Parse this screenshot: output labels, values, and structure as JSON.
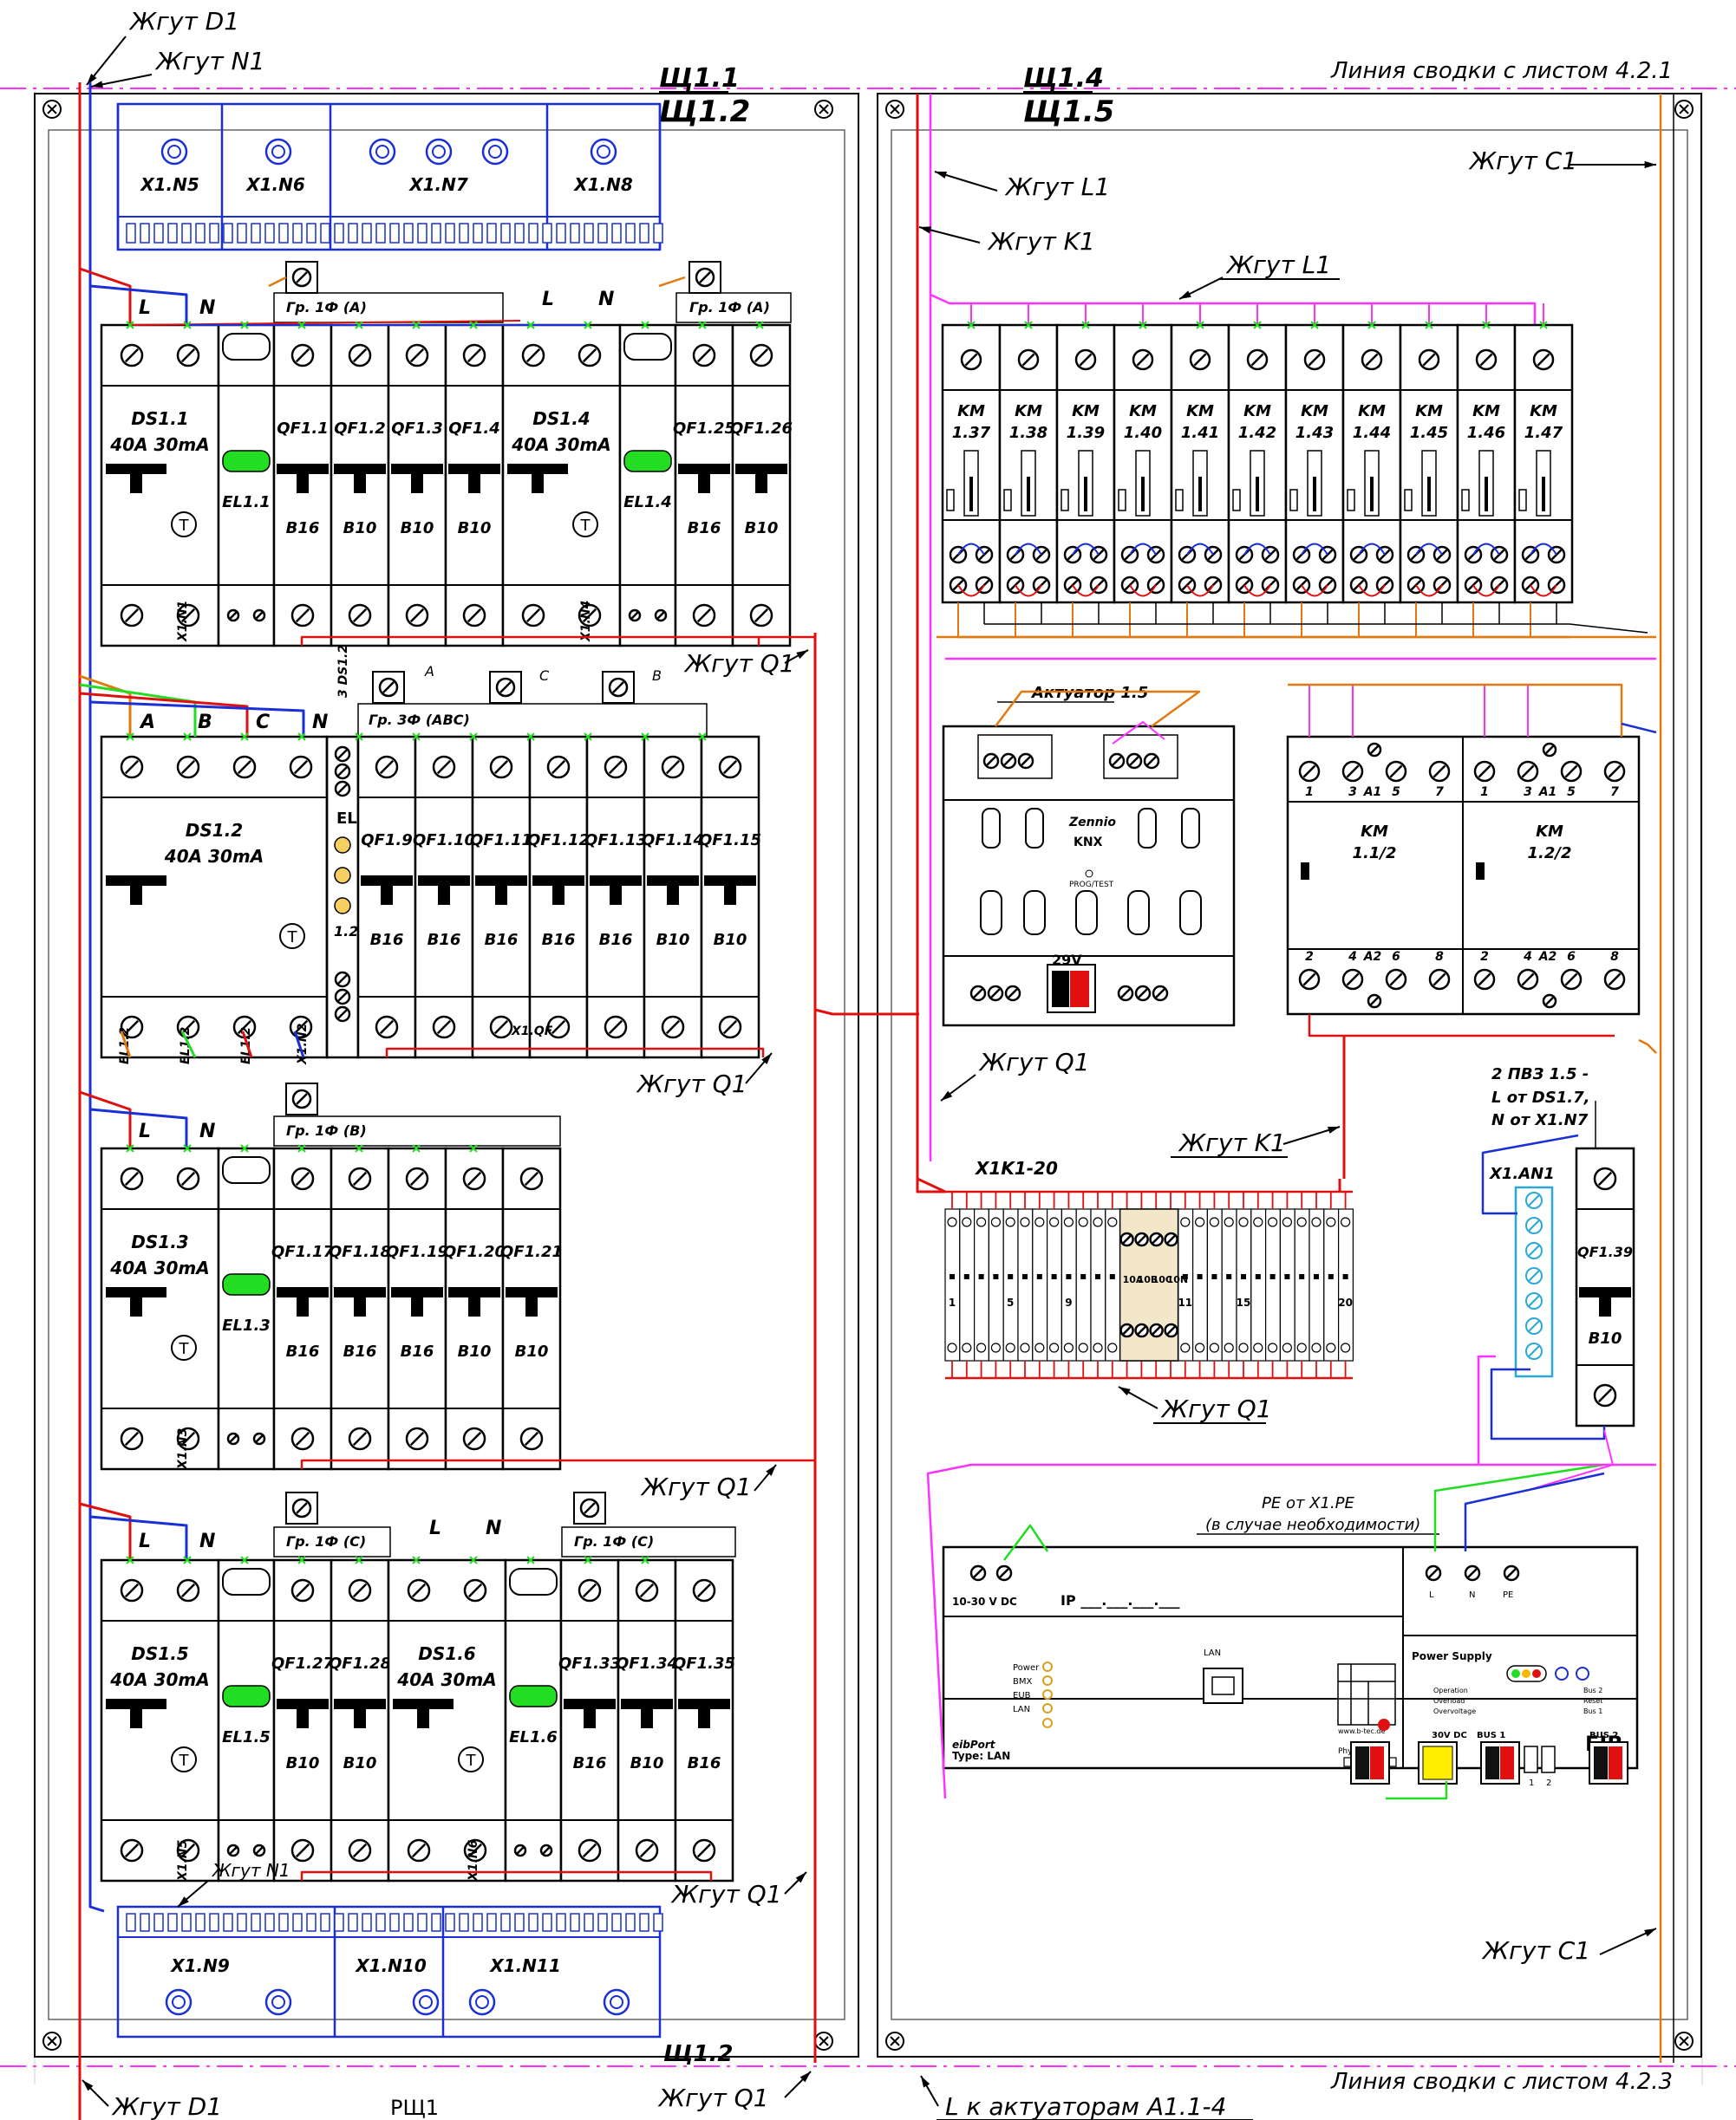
{
  "colors": {
    "bg": "#ffffff",
    "frame": "#000000",
    "blue": "#1a2fd6",
    "red": "#e01010",
    "magenta": "#ff33ff",
    "orange": "#e07a10",
    "green": "#22dd22",
    "yellow": "#f5b800",
    "grey": "#999999"
  },
  "labels": {
    "zhgut_d1": "Жгут D1",
    "zhgut_n1": "Жгут N1",
    "zhgut_l1": "Жгут L1",
    "zhgut_k1": "Жгут K1",
    "zhgut_c1": "Жгут C1",
    "zhgut_q1": "Жгут Q1",
    "panel_11": "Щ1.1",
    "panel_12": "Щ1.2",
    "panel_14": "Щ1.4",
    "panel_15": "Щ1.5",
    "panel_12_bottom": "Щ1.2",
    "rshch1": "РЩ1",
    "svodka_top": "Линия сводки с листом 4.2.1",
    "svodka_bottom": "Линия сводки с листом 4.2.3",
    "l_actuators": "L к актуаторам A1.1-4",
    "L": "L",
    "N": "N",
    "A": "A",
    "B": "B",
    "C": "C",
    "gr_a1": "Гр. 1Ф (",
    "gr_a1_ph": "A",
    "gr_a2_ph": "A",
    "gr_b_ph": "B",
    "gr_c1_ph": "C",
    "gr_c2_ph": "C",
    "gr_close": ")",
    "gr_3f": "Гр. 3Ф (ABC)",
    "ph_A": "A",
    "ph_C": "C",
    "ph_B": "B",
    "ds11": "DS1.1",
    "ds14": "DS1.4",
    "ds12": "DS1.2",
    "ds13": "DS1.3",
    "ds15": "DS1.5",
    "ds16": "DS1.6",
    "rating": "40A 30mA",
    "el11": "EL1.1",
    "el14": "EL1.4",
    "el13": "EL1.3",
    "el15": "EL1.5",
    "el16": "EL1.6",
    "el_col": "EL",
    "el_col2": "1.2",
    "ds12_vert": "3 DS1.2",
    "x1n1": "X1.N1",
    "x1n4": "X1.N4",
    "x1n2": "X1.N2",
    "x1n3": "X1.N3",
    "x1n5": "X1.N5",
    "x1n6": "X1.N6",
    "x1qf": "X1.QF",
    "el12a": "EL1.2",
    "el12b": "EL1.2",
    "el12c": "EL1.2",
    "act15": "Актуатор 1.5",
    "zennio": "Zennio",
    "knx": "KNX",
    "prog": "PROG/TEST",
    "v29": "29V",
    "km11": "KM",
    "km11n": "1.1/2",
    "km12": "KM",
    "km12n": "1.2/2",
    "x1k": "X1K1-20",
    "k10a": "10A",
    "k10b": "10B",
    "k10c": "10C",
    "k10n": "10N",
    "pvz1": "2 ПВЗ 1.5 -",
    "pvz2": "L от DS1.7,",
    "pvz3": "N от X1.N7",
    "x1an1": "X1.AN1",
    "qf139": "QF1.39",
    "b10": "B10",
    "pe1": "PE от X1.PE",
    "pe2": "(в случае необходимости)",
    "vdc": "10-30 V DC",
    "ip": "IP ___.___.___.___",
    "lan": "LAN",
    "power": "Power",
    "bmx": "BMX",
    "eub": "EUB",
    "lan2": "LAN",
    "eibport": "eibPort",
    "type": "Type: LAN",
    "ps": "Power Supply",
    "op": "Operation",
    "ov": "Overload",
    "ovv": "Overvoltage",
    "bus2r": "Bus 2",
    "reset": "Reset",
    "bus1r": "Bus 1",
    "physadr": "Phys.Adr.",
    "v30": "30V DC",
    "bus1": "BUS 1",
    "bus2": "BUS 2",
    "one": "1",
    "two": "2",
    "eib": "EIB",
    "btec": "www.b-tec.de",
    "lL": "L",
    "lN": "N",
    "lPE": "PE"
  },
  "row1_left": [
    "QF1.1",
    "QF1.2",
    "QF1.3",
    "QF1.4"
  ],
  "row1_left_b": [
    "B16",
    "B10",
    "B10",
    "B10"
  ],
  "row1_right": [
    "QF1.25",
    "QF1.26"
  ],
  "row1_right_b": [
    "B16",
    "B10"
  ],
  "row2": [
    "QF1.9",
    "QF1.10",
    "QF1.11",
    "QF1.12",
    "QF1.13",
    "QF1.14",
    "QF1.15"
  ],
  "row2_b": [
    "B16",
    "B16",
    "B16",
    "B16",
    "B16",
    "B10",
    "B10"
  ],
  "row3": [
    "QF1.17",
    "QF1.18",
    "QF1.19",
    "QF1.20",
    "QF1.21"
  ],
  "row3_b": [
    "B16",
    "B16",
    "B16",
    "B10",
    "B10"
  ],
  "row4_left": [
    "QF1.27",
    "QF1.28"
  ],
  "row4_left_b": [
    "B10",
    "B10"
  ],
  "row4_right": [
    "QF1.33",
    "QF1.34",
    "QF1.35"
  ],
  "row4_right_b": [
    "B16",
    "B10",
    "B16"
  ],
  "top_terms": [
    "X1.N5",
    "X1.N6",
    "X1.N7",
    "X1.N8"
  ],
  "bot_terms": [
    "X1.N9",
    "X1.N10",
    "X1.N11"
  ],
  "relays": [
    "1.37",
    "1.38",
    "1.39",
    "1.40",
    "1.41",
    "1.42",
    "1.43",
    "1.44",
    "1.45",
    "1.46",
    "1.47"
  ],
  "km_prefix": "KM",
  "km_pins_top": [
    "1",
    "3",
    "A1",
    "5",
    "7"
  ],
  "km_pins_bot": [
    "2",
    "4",
    "A2",
    "6",
    "8"
  ],
  "x1k_nums": [
    "1",
    "5",
    "9",
    "11",
    "15",
    "20"
  ]
}
